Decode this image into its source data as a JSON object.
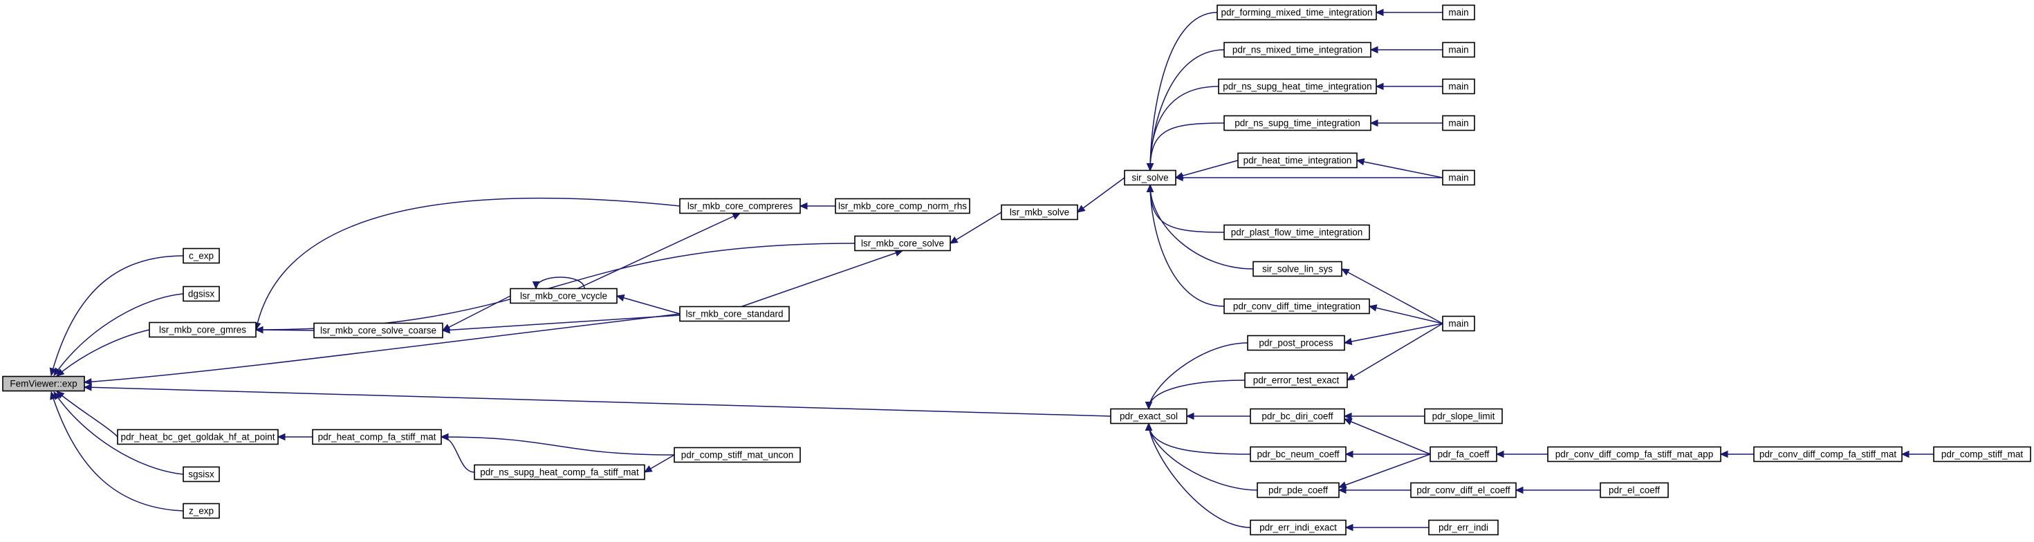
{
  "nodes": {
    "fem": "FemViewer::exp",
    "c_exp": "c_exp",
    "dgsisx": "dgsisx",
    "lsr_gmres": "lsr_mkb_core_gmres",
    "heat_goldak": "pdr_heat_bc_get_goldak_hf_at_point",
    "sgsisx": "sgsisx",
    "z_exp": "z_exp",
    "compreres": "lsr_mkb_core_compreres",
    "comp_norm_rhs": "lsr_mkb_core_comp_norm_rhs",
    "core_solve": "lsr_mkb_core_solve",
    "lsr_solve": "lsr_mkb_solve",
    "vcycle": "lsr_mkb_core_vcycle",
    "solve_coarse": "lsr_mkb_core_solve_coarse",
    "standard": "lsr_mkb_core_standard",
    "heat_comp_fa": "pdr_heat_comp_fa_stiff_mat",
    "ns_supg_heat_comp": "pdr_ns_supg_heat_comp_fa_stiff_mat",
    "comp_stiff_uncon": "pdr_comp_stiff_mat_uncon",
    "sir_solve": "sir_solve",
    "forming": "pdr_forming_mixed_time_integration",
    "ns_mixed": "pdr_ns_mixed_time_integration",
    "ns_supg_heat_time": "pdr_ns_supg_heat_time_integration",
    "ns_supg_time": "pdr_ns_supg_time_integration",
    "heat_time": "pdr_heat_time_integration",
    "plast_flow": "pdr_plast_flow_time_integration",
    "sir_lin_sys": "sir_solve_lin_sys",
    "conv_diff_time": "pdr_conv_diff_time_integration",
    "main1": "main",
    "main2": "main",
    "main3": "main",
    "main4": "main",
    "main5": "main",
    "main6": "main",
    "exact_sol": "pdr_exact_sol",
    "post_process": "pdr_post_process",
    "error_test": "pdr_error_test_exact",
    "bc_diri": "pdr_bc_diri_coeff",
    "bc_neum": "pdr_bc_neum_coeff",
    "pde_coeff": "pdr_pde_coeff",
    "err_indi_exact": "pdr_err_indi_exact",
    "slope_limit": "pdr_slope_limit",
    "fa_coeff": "pdr_fa_coeff",
    "conv_diff_el": "pdr_conv_diff_el_coeff",
    "err_indi": "pdr_err_indi",
    "conv_diff_app": "pdr_conv_diff_comp_fa_stiff_mat_app",
    "el_coeff": "pdr_el_coeff",
    "conv_diff_comp": "pdr_conv_diff_comp_fa_stiff_mat",
    "comp_stiff": "pdr_comp_stiff_mat"
  },
  "colors": {
    "edge": "#191970",
    "root_fill": "#bfbfbf",
    "node_fill": "#ffffff",
    "border": "#000000"
  }
}
